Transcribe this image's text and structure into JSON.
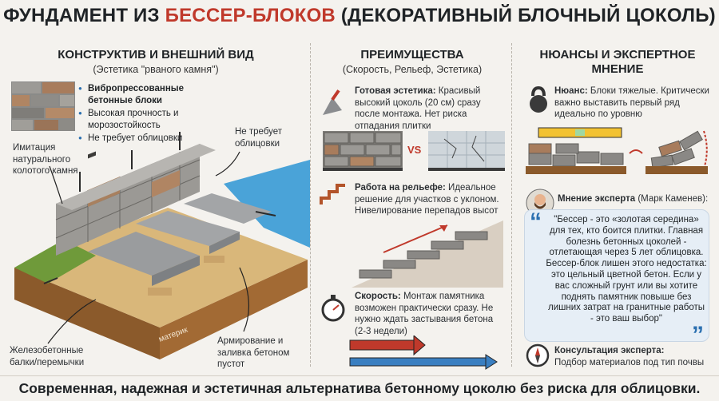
{
  "title": {
    "part1": "ФУНДАМЕНТ ИЗ ",
    "part2": "БЕССЕР-БЛОКОВ",
    "part3": " (ДЕКОРАТИВНЫЙ БЛОЧНЫЙ ЦОКОЛЬ)"
  },
  "col1": {
    "heading": "КОНСТРУКТИВ И ВНЕШНИЙ ВИД",
    "subheading": "(Эстетика \"рваного камня\")",
    "bullets": [
      "Вибропрессованные бетонные блоки",
      "Высокая прочность и морозостойкость",
      "Не требует облицовки"
    ],
    "label_imitation": "Имитация натурального колотого камня",
    "label_no_cladding": "Не требует облицовки",
    "label_beams": "Железобетонные балки/перемычки",
    "label_reinforcement": "Армирование и заливка бетоном пустот",
    "label_ground": "материк"
  },
  "col2": {
    "heading": "ПРЕИМУЩЕСТВА",
    "subheading": "(Скорость, Рельеф, Эстетика)",
    "item1_title": "Готовая эстетика:",
    "item1_text": "Красивый высокий цоколь (20 см) сразу после монтажа. Нет риска отпадания плитки",
    "vs": "VS",
    "item2_title": "Работа на рельефе:",
    "item2_text": "Идеальное решение для участков с уклоном. Нивелирование перепадов высот",
    "item3_title": "Скорость:",
    "item3_text": "Монтаж памятника возможен практически сразу. Не нужно ждать застывания бетона (2-3 недели)"
  },
  "col3": {
    "heading": "НЮАНСЫ И ЭКСПЕРТНОЕ МНЕНИЕ",
    "nuance_title": "Нюанс:",
    "nuance_text": "Блоки тяжелые. Критически важно выставить первый ряд идеально по уровню",
    "expert_title": "Мнение эксперта",
    "expert_name": "(Марк Каменев):",
    "quote": "\"Бессер - это «золотая середина» для тех, кто боится плитки. Главная болезнь бетонных цоколей - отлетающая через 5 лет облицовка. Бессер-блок лишен этого недостатка: это цельный цветной бетон. Если у вас сложный грунт или вы хотите поднять памятник повыше без лишних затрат на гранитные работы - это ваш выбор\"",
    "consult_title": "Консультация эксперта:",
    "consult_text": "Подбор материалов под тип почвы"
  },
  "footer": "Современная, надежная и эстетичная альтернатива бетонному цоколю без риска для облицовки.",
  "colors": {
    "accent_red": "#c0392b",
    "accent_blue": "#2a6fb0",
    "text": "#1f2326"
  }
}
